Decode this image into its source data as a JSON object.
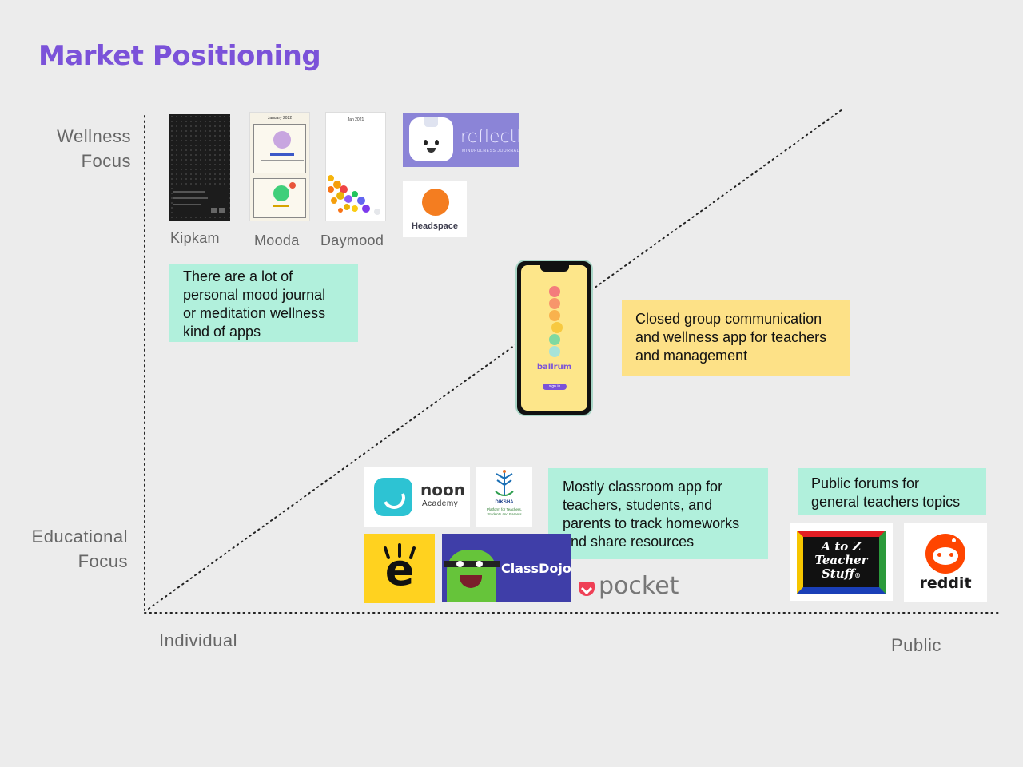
{
  "title": "Market Positioning",
  "axes": {
    "y_top": [
      "Wellness",
      "Focus"
    ],
    "y_bottom": [
      "Educational",
      "Focus"
    ],
    "x_left": "Individual",
    "x_right": "Public"
  },
  "wellness_apps": {
    "kipkam": "Kipkam",
    "mooda": "Mooda",
    "daymood": "Daymood",
    "mooda_screen_header": "January 2022",
    "daymood_screen_header": "Jan 2021",
    "reflectly": "reflectly",
    "reflectly_tagline": "MINDFULNESS JOURNAL",
    "headspace": "Headspace"
  },
  "center_app": {
    "name": "ballrum",
    "button": "sign in"
  },
  "notes": {
    "wellness": [
      "There are a lot of",
      "personal mood journal",
      "or meditation wellness",
      "kind of apps"
    ],
    "center": [
      "Closed group communication",
      "and wellness app for teachers",
      "and management"
    ],
    "classroom": [
      "Mostly classroom app for",
      "teachers, students, and",
      "parents to track homeworks",
      "and share resources"
    ],
    "forums": [
      "Public forums for",
      "general teachers topics"
    ]
  },
  "education_apps": {
    "noon_name": "noon",
    "noon_sub": "Academy",
    "diksha": "DIKSHA",
    "diksha_sub": "Platform for Teachers, Students and Parents",
    "edmodo": "e",
    "classdojo": "ClassDojo",
    "pocket": "pocket",
    "atoz": [
      "A to Z",
      "Teacher",
      "Stuff"
    ],
    "atoz_mark": "®",
    "reddit": "reddit"
  },
  "colors": {
    "title": "#7b52d9",
    "note_green": "#b1f0dc",
    "note_yellow": "#fde187",
    "phone_screen": "#fde68a",
    "ballrum_purple": "#7b52d9"
  }
}
